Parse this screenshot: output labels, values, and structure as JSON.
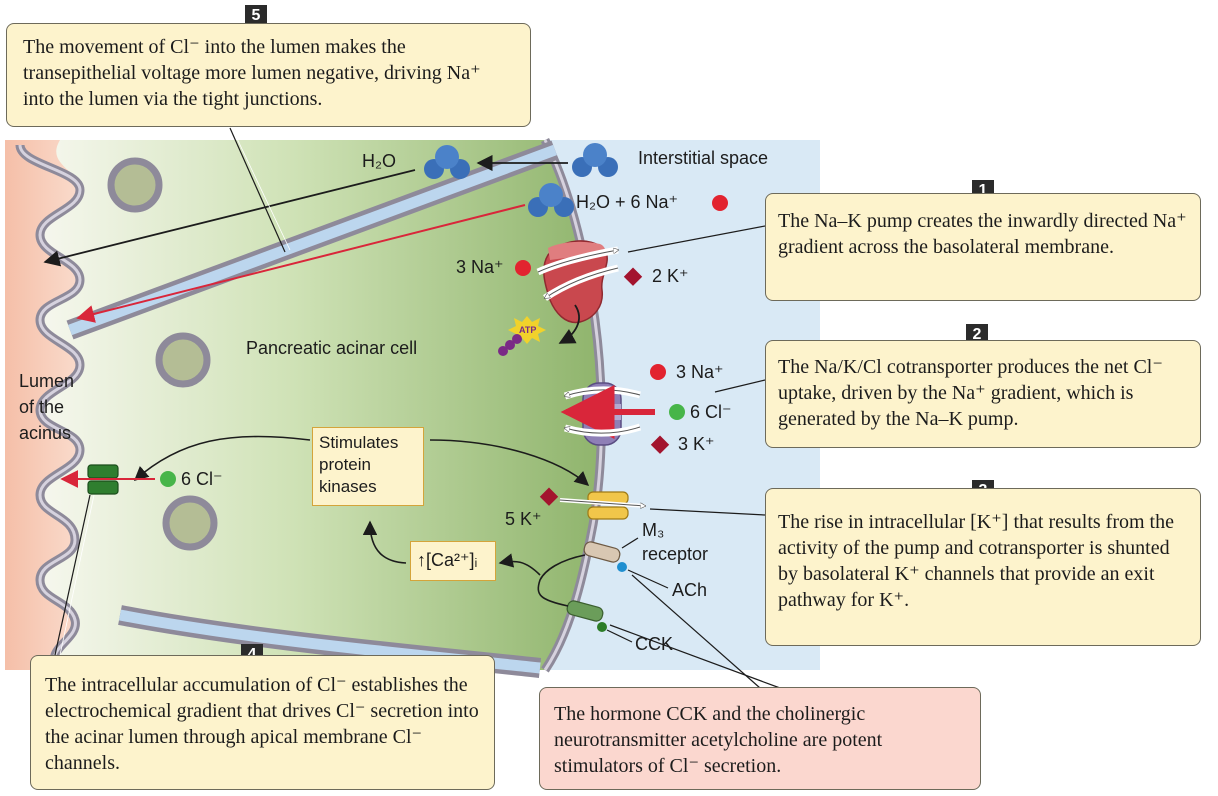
{
  "callouts": {
    "c5": {
      "num": "5",
      "text": "The movement of Cl⁻ into the lumen makes the transepithelial voltage more lumen negative, driving Na⁺ into the lumen via the tight junctions."
    },
    "c1": {
      "num": "1",
      "text": "The Na–K pump creates the inwardly directed Na⁺ gradient across the basolateral membrane."
    },
    "c2": {
      "num": "2",
      "text": "The Na/K/Cl cotransporter produces the net Cl⁻ uptake, driven by the Na⁺ gradient, which is generated by the Na–K pump."
    },
    "c3": {
      "num": "3",
      "text": "The rise in intracellular [K⁺] that results from the activity of the pump and cotransporter is shunted by basolateral K⁺ channels that provide an exit pathway for K⁺."
    },
    "c4": {
      "num": "4",
      "text": "The intracellular accumulation of Cl⁻ establishes the electrochemical gradient that drives Cl⁻ secretion into the acinar lumen through apical membrane Cl⁻ channels."
    },
    "hormone": {
      "text": "The hormone CCK and the cholinergic neurotransmitter acetylcholine are potent stimulators of Cl⁻ secretion."
    }
  },
  "labels": {
    "interstitial": "Interstitial space",
    "cell": "Pancreatic acinar cell",
    "lumen": [
      "Lumen",
      "of the",
      "acinus"
    ],
    "h2o_left": "H₂O",
    "h2o_na": "H₂O + 6 Na⁺",
    "pump_na": "3 Na⁺",
    "pump_k": "2 K⁺",
    "atp": "ATP",
    "co_na": "3 Na⁺",
    "co_cl": "6 Cl⁻",
    "co_k": "3 K⁺",
    "apical_cl": "6 Cl⁻",
    "k_channel": "5 K⁺",
    "m3": [
      "M₃",
      "receptor"
    ],
    "ach": "ACh",
    "cck": "CCK",
    "kinases": [
      "Stimulates",
      "protein",
      "kinases"
    ],
    "calcium": "↑[Ca²⁺]ᵢ"
  },
  "colors": {
    "callout_fill": "#fdf3cc",
    "hormone_fill": "#fbd7cf",
    "interstitial": "#d9e9f5",
    "cell_green": "#a9c98c",
    "lumen": "#f6c9b4",
    "membrane": "#8e8a9a",
    "na_marker": "#e2232f",
    "k_marker": "#a3142e",
    "cl_marker": "#47b549",
    "water": "#3a6fb8"
  }
}
